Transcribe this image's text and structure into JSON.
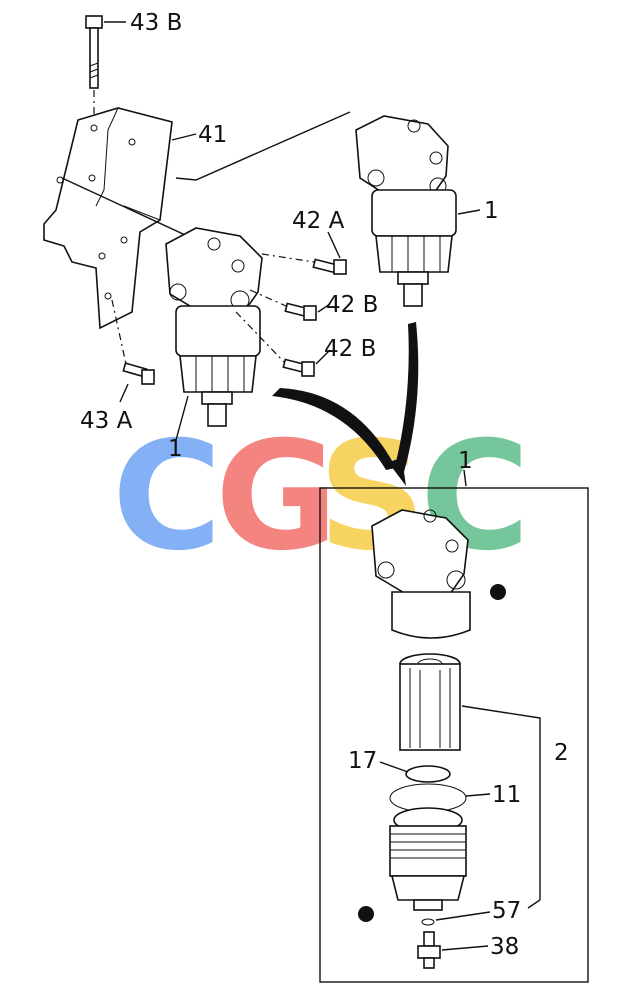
{
  "watermark": {
    "letters": [
      "C",
      "G",
      "S",
      "C"
    ],
    "colors": [
      "#7EADF5",
      "#F47E7A",
      "#F7D25A",
      "#6EC596"
    ]
  },
  "callouts": {
    "bolt_top": "43 B",
    "bracket": "41",
    "filter_upper": "1",
    "bolt_42a": "42 A",
    "bolt_42b_upper": "42 B",
    "bolt_42b_lower": "42 B",
    "bolt_43a": "43 A",
    "filter_lower": "1",
    "filter_detail": "1",
    "element": "2",
    "seal_17": "17",
    "oring_11": "11",
    "washer_57": "57",
    "plug_38": "38"
  }
}
